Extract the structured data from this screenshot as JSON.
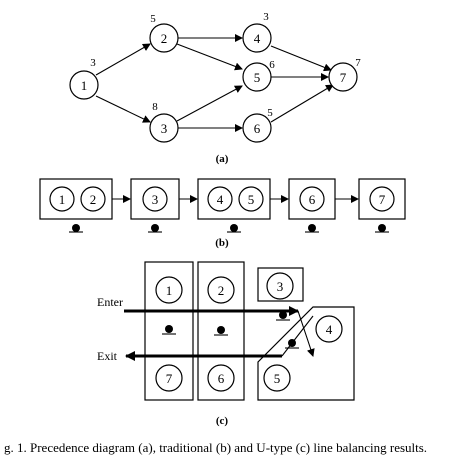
{
  "panel_a": {
    "label": "(a)",
    "nodes": [
      {
        "id": "1",
        "time": "3"
      },
      {
        "id": "2",
        "time": "5"
      },
      {
        "id": "3",
        "time": "8"
      },
      {
        "id": "4",
        "time": "3"
      },
      {
        "id": "5",
        "time": "6"
      },
      {
        "id": "6",
        "time": "5"
      },
      {
        "id": "7",
        "time": "7"
      }
    ],
    "edges": [
      [
        "1",
        "2"
      ],
      [
        "1",
        "3"
      ],
      [
        "2",
        "4"
      ],
      [
        "2",
        "5"
      ],
      [
        "3",
        "5"
      ],
      [
        "3",
        "6"
      ],
      [
        "4",
        "7"
      ],
      [
        "5",
        "7"
      ],
      [
        "6",
        "7"
      ]
    ]
  },
  "panel_b": {
    "label": "(b)",
    "stations": [
      [
        "1",
        "2"
      ],
      [
        "3"
      ],
      [
        "4",
        "5"
      ],
      [
        "6"
      ],
      [
        "7"
      ]
    ]
  },
  "panel_c": {
    "label": "(c)",
    "enter_label": "Enter",
    "exit_label": "Exit",
    "top_row": [
      "1",
      "2",
      "3"
    ],
    "bottom_row": [
      "7",
      "6"
    ],
    "diag_station": [
      "4",
      "5"
    ]
  },
  "caption": "g. 1. Precedence diagram (a), traditional (b) and U-type (c) line balancing results."
}
